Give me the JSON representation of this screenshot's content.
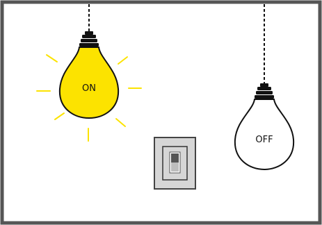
{
  "colors": {
    "frame": "#555555",
    "wire": "#111111",
    "bulb_on_fill": "#fce300",
    "bulb_off_fill": "#ffffff",
    "glow_rays": "#fce300",
    "switch_plate": "#d6d6d6",
    "switch_border": "#444444"
  },
  "bulbs": [
    {
      "label": "ON",
      "state": "on"
    },
    {
      "label": "OFF",
      "state": "off"
    }
  ],
  "switch": {
    "state": "on"
  }
}
